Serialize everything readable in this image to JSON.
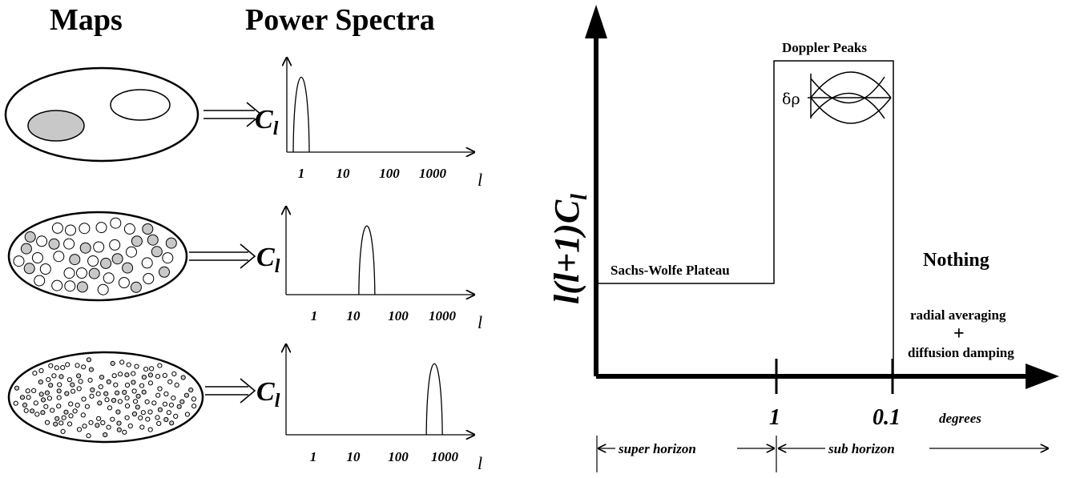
{
  "headers": {
    "maps": "Maps",
    "spectra": "Power Spectra"
  },
  "spectrum": {
    "ylabel": "C",
    "ylabel_sub": "l",
    "xlabel": "l",
    "ticks": [
      "1",
      "10",
      "100",
      "1000"
    ]
  },
  "panels": [
    {
      "peak_l": 1
    },
    {
      "peak_l": 20
    },
    {
      "peak_l": 600
    }
  ],
  "schematic": {
    "ylabel": "l(l+1)C",
    "ylabel_sub": "l",
    "xtick_1": "1",
    "xtick_2": "0.1",
    "xunit": "degrees",
    "region_plateau": "Sachs-Wolfe Plateau",
    "region_peaks": "Doppler Peaks",
    "region_nothing": "Nothing",
    "damping_line1": "radial averaging",
    "damping_plus": "+",
    "damping_line2": "diffusion damping",
    "drho": "δρ",
    "super_horizon": "super horizon",
    "sub_horizon": "sub horizon"
  },
  "colors": {
    "ink": "#000000",
    "spot_gray": "#c8c8c8",
    "background": "#ffffff"
  }
}
